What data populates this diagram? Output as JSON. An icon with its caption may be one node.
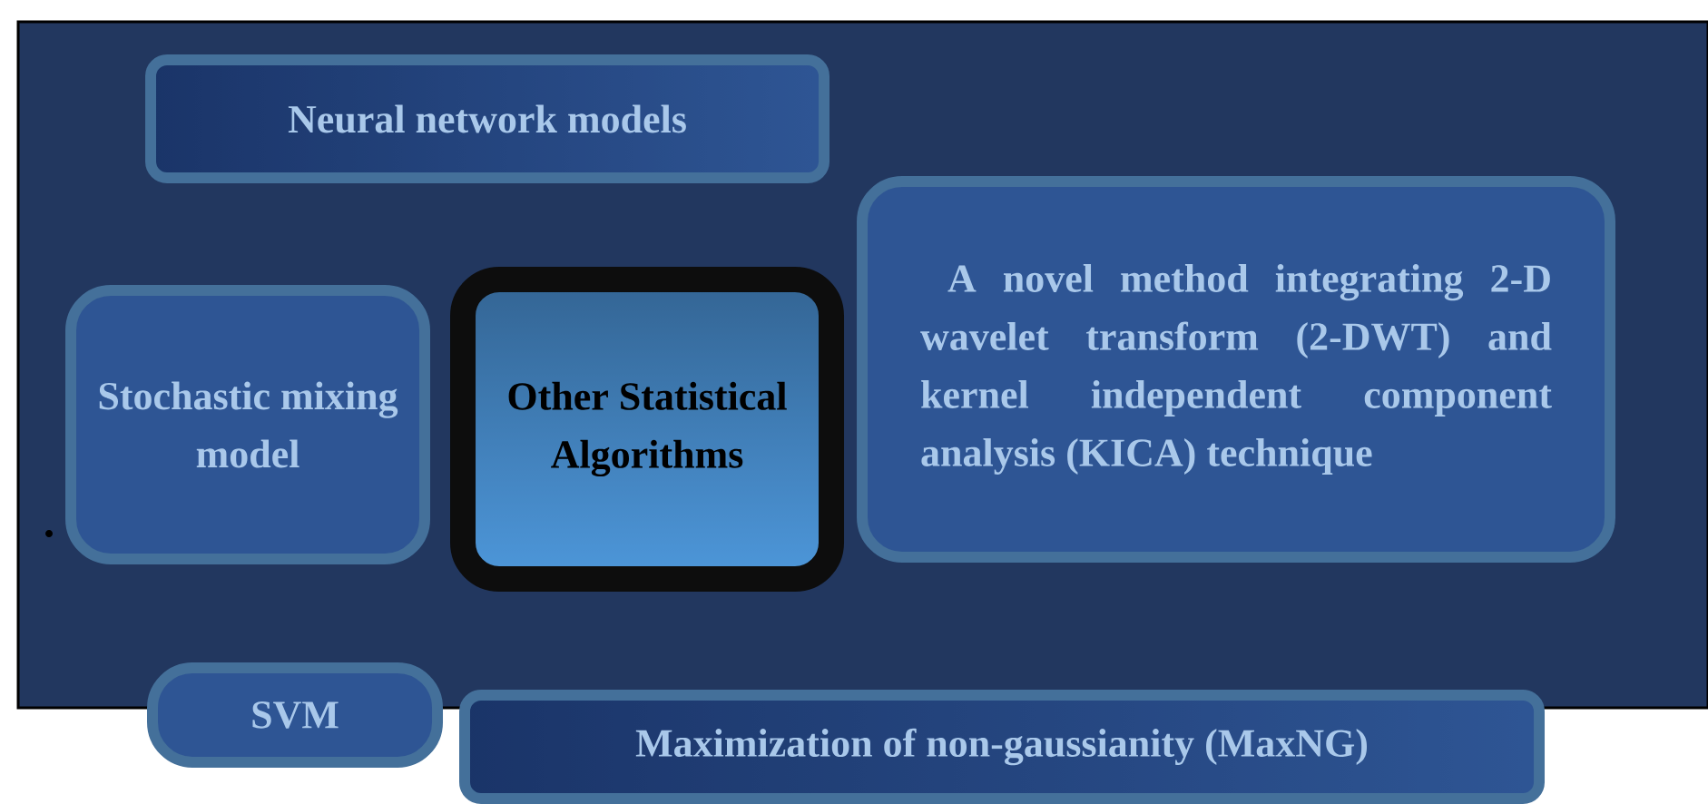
{
  "diagram": {
    "nodes": [
      {
        "text": [
          "Neural network models"
        ]
      },
      {
        "text": [
          "Stochastic mixing model"
        ]
      },
      {
        "text": [
          "Other Statistical Algorithms"
        ]
      },
      {
        "text": [
          "A novel method integrating 2-D wavelet transform (2-DWT) and kernel independent component analysis (KICA) technique"
        ]
      },
      {
        "text": [
          "SVM"
        ]
      },
      {
        "text": [
          "Maximization of non-gaussianity (MaxNG)"
        ]
      }
    ]
  }
}
